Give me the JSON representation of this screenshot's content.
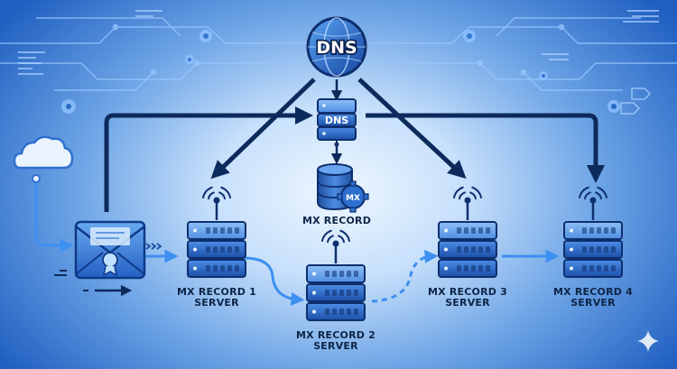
{
  "dns_hub": {
    "label": "DNS"
  },
  "dns_server": {
    "label": "DNS"
  },
  "mx_record": {
    "label": "MX RECORD",
    "badge": "MX"
  },
  "servers": [
    {
      "line1": "MX RECORD 1",
      "line2": "SERVER"
    },
    {
      "line1": "MX RECORD 2",
      "line2": "SERVER"
    },
    {
      "line1": "MX RECORD 3",
      "line2": "SERVER"
    },
    {
      "line1": "MX RECORD 4",
      "line2": "SERVER"
    }
  ]
}
